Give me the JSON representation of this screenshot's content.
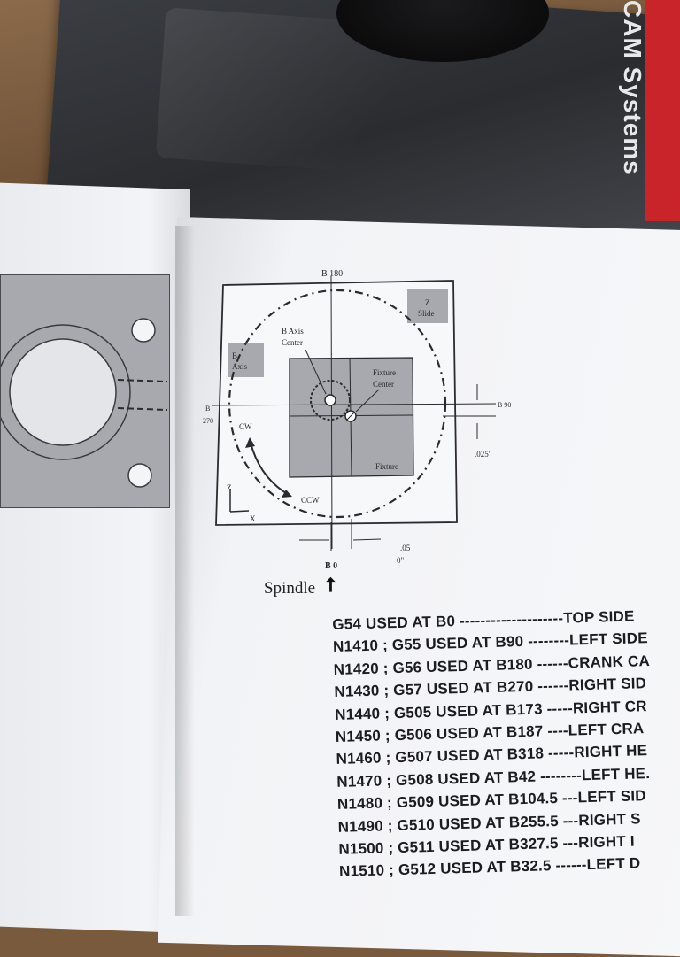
{
  "box": {
    "brand_text": "CAM Systems"
  },
  "diagram": {
    "b180": "B 180",
    "b_axis_label_1": "B",
    "b_axis_label_2": "Axis",
    "b_axis_center_1": "B Axis",
    "b_axis_center_2": "Center",
    "z_slide_1": "Z",
    "z_slide_2": "Slide",
    "fixture_center_1": "Fixture",
    "fixture_center_2": "Center",
    "fixture": "Fixture",
    "b270_1": "B",
    "b270_2": "270",
    "b90": "B 90",
    "cw": "CW",
    "ccw": "CCW",
    "z_axis": "Z",
    "x_axis": "X",
    "dim_025": ".025\"",
    "dim_05": ".05",
    "dim_0": "0\"",
    "b0": "B 0",
    "spindle": "Spindle"
  },
  "code_lines": [
    "G54 USED AT B0 --------------------TOP SIDE",
    "N1410 ; G55 USED AT B90 --------LEFT SIDE",
    "N1420 ; G56 USED AT B180 ------CRANK CA",
    "N1430 ; G57 USED AT B270 ------RIGHT SID",
    "N1440 ; G505 USED AT B173 -----RIGHT CR",
    "N1450 ; G506 USED AT B187 ----LEFT CRA",
    "N1460 ; G507 USED AT B318 -----RIGHT HE",
    "N1470 ; G508 USED AT B42 --------LEFT HE.",
    "N1480 ; G509 USED AT B104.5 ---LEFT SID",
    "N1490 ; G510 USED AT B255.5 ---RIGHT S",
    "N1500 ; G511 USED AT B327.5 ---RIGHT I",
    "N1510 ; G512 USED AT B32.5 ------LEFT D"
  ],
  "colors": {
    "diagram_box": "#a7a9ae",
    "ink": "#2b2b2f",
    "page": "#f2f3f6",
    "logo_red": "#c8242a"
  }
}
